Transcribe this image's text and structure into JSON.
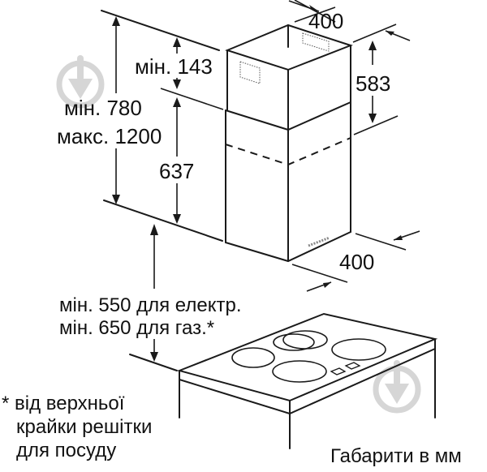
{
  "diagram": {
    "subject": "range hood installation dimensions",
    "colors": {
      "line": "#1a1a1a",
      "text": "#111111",
      "watermark": "#d6d6d6",
      "background": "#ffffff"
    },
    "labels": {
      "chimney_width_top": "400",
      "chimney_upper_height": "583",
      "min_gap_ceiling": "мін. 143",
      "total_height_min": "мін. 780",
      "total_height_max": "макс. 1200",
      "lower_chimney_height": "637",
      "chimney_width_bottom": "400",
      "hob_distance_electric": "мін. 550 для електр.",
      "hob_distance_gas": "мін. 650 для газ.*",
      "footnote_line1": "* від верхньої",
      "footnote_line2": "крайки решітки",
      "footnote_line3": "для посуду",
      "units_caption": "Габарити в мм"
    },
    "icons": {
      "watermark": "download-watermark-icon",
      "hob_burners": 4,
      "hob_controls": 2
    }
  }
}
